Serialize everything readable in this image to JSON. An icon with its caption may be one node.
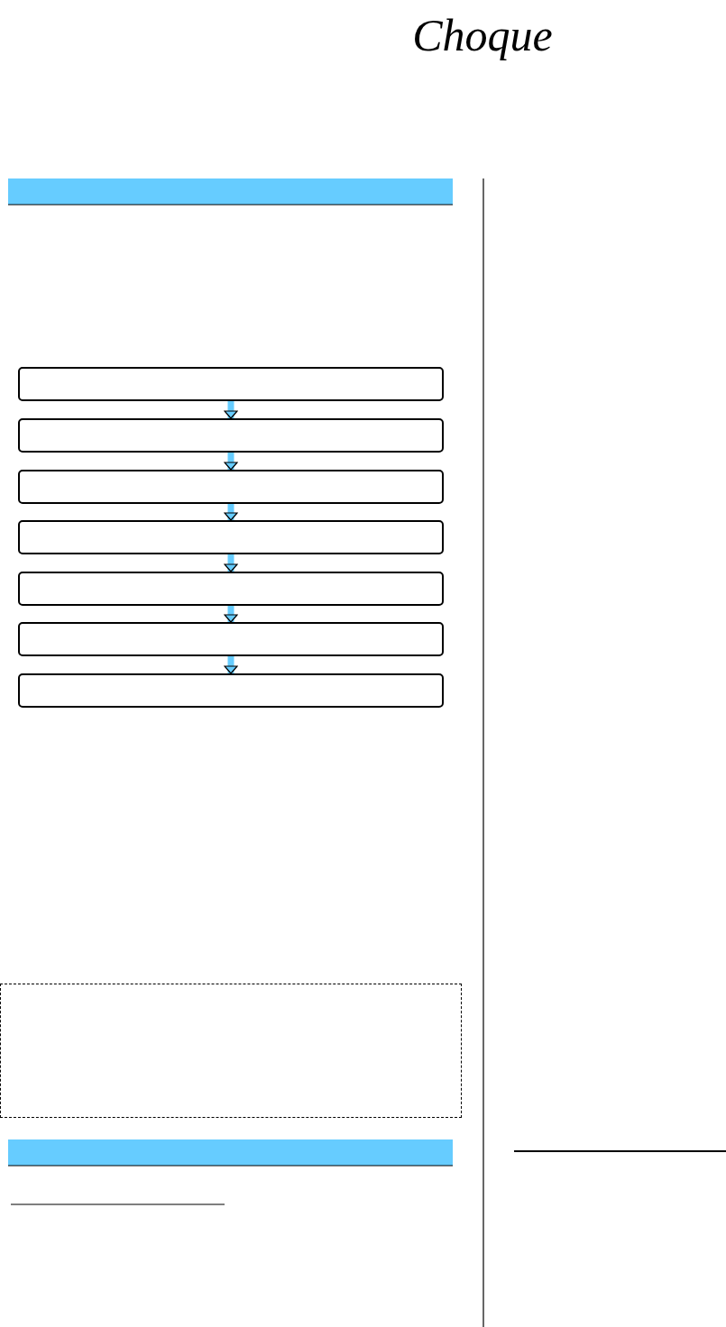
{
  "diagram": {
    "title": "Choque",
    "nodes": [
      {
        "text": [],
        "shape": "box"
      },
      {
        "text": [],
        "shape": "box"
      },
      {
        "text": [],
        "shape": "box"
      },
      {
        "text": [],
        "shape": "box"
      },
      {
        "text": [],
        "shape": "box"
      },
      {
        "text": [],
        "shape": "box"
      },
      {
        "text": [],
        "shape": "box"
      },
      {
        "text": [],
        "shape": "box"
      }
    ],
    "edges": [
      {
        "from": 0,
        "to": 1,
        "arrow": "to"
      },
      {
        "from": 1,
        "to": 2,
        "arrow": "to"
      },
      {
        "from": 2,
        "to": 3,
        "arrow": "to"
      },
      {
        "from": 3,
        "to": 4,
        "arrow": "to"
      },
      {
        "from": 4,
        "to": 5,
        "arrow": "to"
      },
      {
        "from": 5,
        "to": 6,
        "arrow": "to"
      }
    ]
  }
}
